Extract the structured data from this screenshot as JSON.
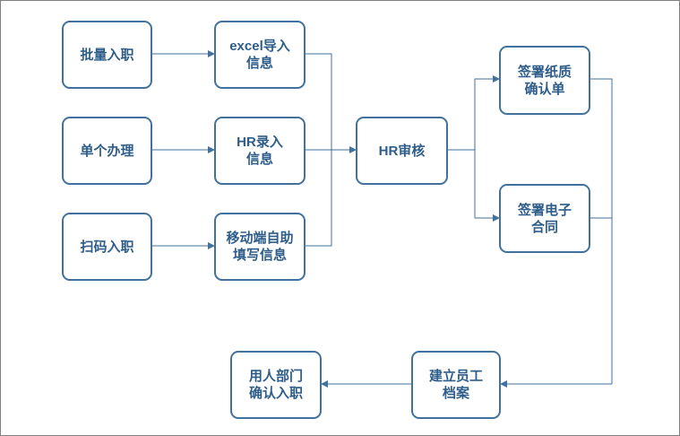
{
  "colors": {
    "box_border": "#41719c",
    "box_text": "#2e5d8a",
    "line": "#41719c"
  },
  "nodes": {
    "batch_onboard": "批量入职",
    "single_process": "单个办理",
    "scan_onboard": "扫码入职",
    "excel_import": {
      "line1": "excel导入",
      "line2": "信息"
    },
    "hr_entry": {
      "line1": "HR录入",
      "line2": "信息"
    },
    "mobile_self": {
      "line1": "移动端自助",
      "line2": "填写信息"
    },
    "hr_review": "HR审核",
    "sign_paper": {
      "line1": "签署纸质",
      "line2": "确认单"
    },
    "sign_contract": {
      "line1": "签署电子",
      "line2": "合同"
    },
    "create_archive": {
      "line1": "建立员工",
      "line2": "档案"
    },
    "dept_confirm": {
      "line1": "用人部门",
      "line2": "确认入职"
    }
  }
}
